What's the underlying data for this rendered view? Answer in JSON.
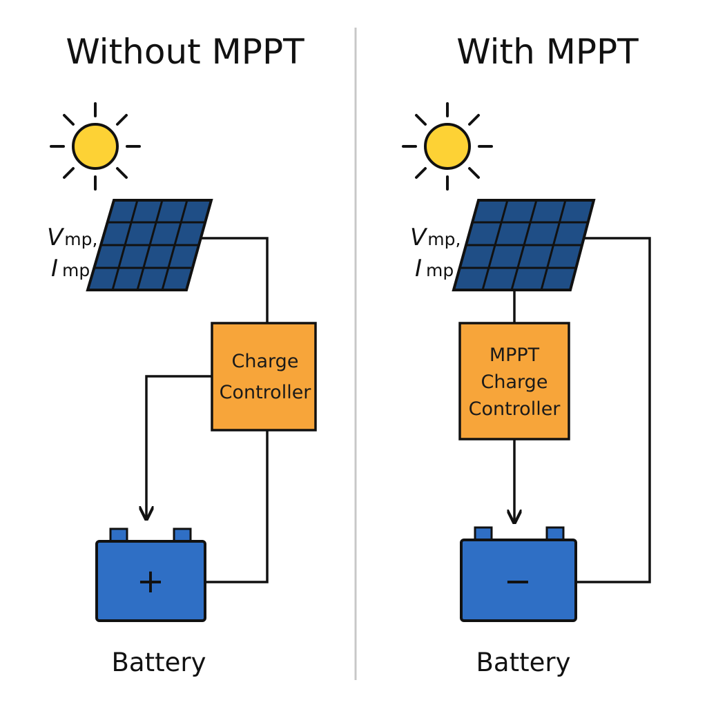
{
  "left": {
    "title": "Without MPPT",
    "panel_label": {
      "v": "V",
      "v_sub": "mp,",
      "i": "I",
      "i_sub": "mp"
    },
    "controller_lines": [
      "Charge",
      "Controller"
    ],
    "battery_symbol": "+",
    "battery_label": "Battery"
  },
  "right": {
    "title": "With MPPT",
    "panel_label": {
      "v": "V",
      "v_sub": "mp,",
      "i": "I",
      "i_sub": "mp"
    },
    "controller_lines": [
      "MPPT",
      "Charge",
      "Controller"
    ],
    "battery_symbol": "−",
    "battery_label": "Battery"
  },
  "icons": {
    "sun": "sun-icon",
    "panel": "solar-panel-icon",
    "battery": "battery-icon",
    "arrow": "arrow-down-icon"
  },
  "colors": {
    "sun": "#FDD235",
    "panel": "#1F4E86",
    "controller": "#F7A53A",
    "battery": "#2F6FC5",
    "wire": "#111111",
    "divider": "#C8C8C8"
  }
}
